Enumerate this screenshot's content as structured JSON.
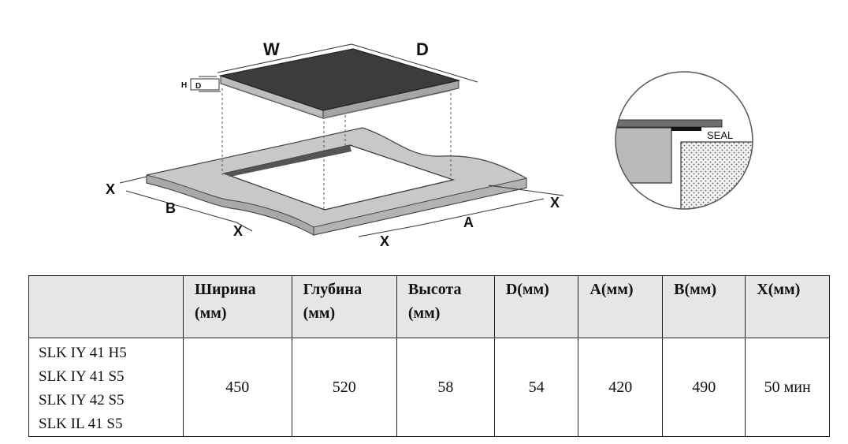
{
  "diagram": {
    "labels": {
      "width": "W",
      "depth": "D",
      "height": "H",
      "d": "D",
      "a": "A",
      "b": "B",
      "x": "X",
      "seal": "SEAL"
    }
  },
  "table": {
    "headers": [
      {
        "line1": "",
        "line2": ""
      },
      {
        "line1": "Ширина",
        "line2": "(мм)"
      },
      {
        "line1": "Глубина",
        "line2": "(мм)"
      },
      {
        "line1": "Высота",
        "line2": "(мм)"
      },
      {
        "line1": "D(мм)",
        "line2": ""
      },
      {
        "line1": "A(мм)",
        "line2": ""
      },
      {
        "line1": "B(мм)",
        "line2": ""
      },
      {
        "line1": "X(мм)",
        "line2": ""
      }
    ],
    "models": [
      "SLK IY 41 H5",
      "SLK IY 41 S5",
      "SLK IY 42 S5",
      "SLK IL 41 S5"
    ],
    "values": [
      "450",
      "520",
      "58",
      "54",
      "420",
      "490",
      "50 мин"
    ]
  }
}
